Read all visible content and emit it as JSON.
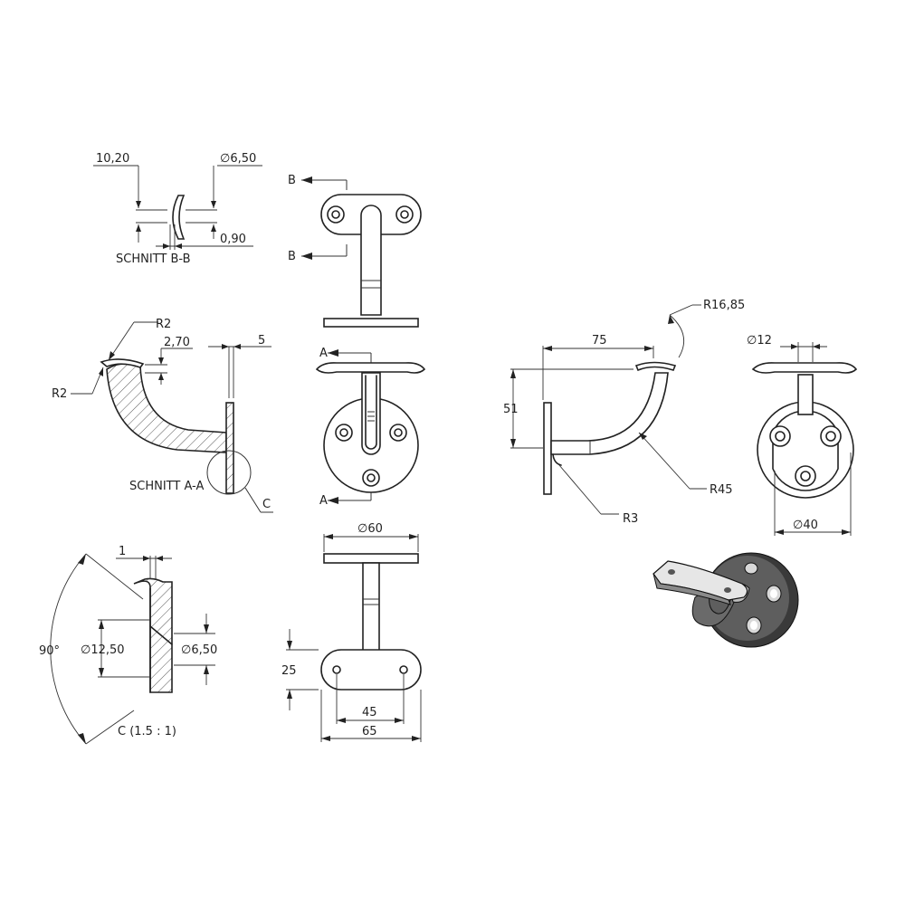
{
  "labels": {
    "sec_bb_10_20": "10,20",
    "sec_bb_dia": "∅6,50",
    "sec_bb_090": "0,90",
    "schnitt_bb": "SCHNITT B-B",
    "mark_b_top": "B",
    "mark_b_bot": "B",
    "mark_a_top": "A",
    "mark_a_bot": "A",
    "sec_aa_r2_top": "R2",
    "sec_aa_270": "2,70",
    "sec_aa_5": "5",
    "sec_aa_r2_left": "R2",
    "schnitt_aa": "SCHNITT A-A",
    "detail_c_mark": "C",
    "side_75": "75",
    "side_51": "51",
    "side_r1685": "R16,85",
    "side_r45": "R45",
    "side_r3": "R3",
    "end_dia12": "∅12",
    "end_dia40": "∅40",
    "front_dia60": "∅60",
    "bottom_25": "25",
    "bottom_45": "45",
    "bottom_65": "65",
    "detail_1": "1",
    "detail_90": "90°",
    "detail_dia1250": "∅12,50",
    "detail_dia650": "∅6,50",
    "detail_c_title": "C (1.5 : 1)"
  }
}
